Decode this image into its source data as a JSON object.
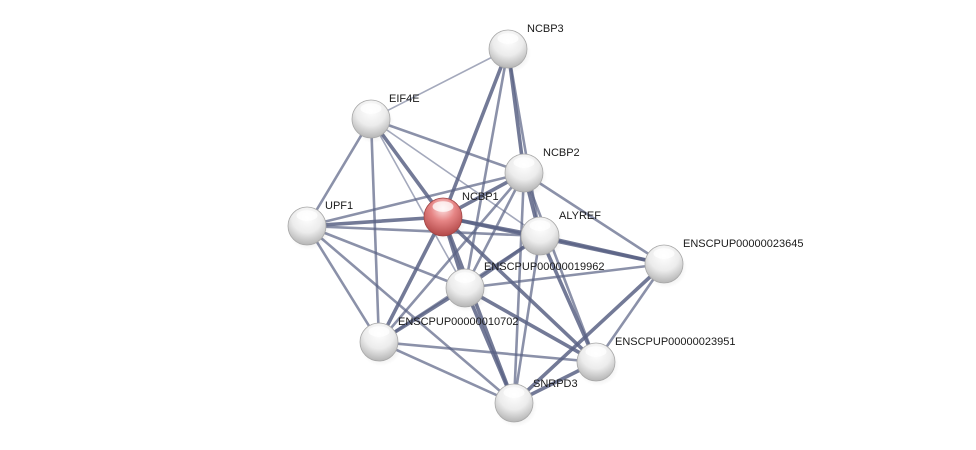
{
  "network": {
    "nodes": [
      {
        "id": "NCBP3",
        "label": "NCBP3",
        "highlight": false
      },
      {
        "id": "EIF4E",
        "label": "EIF4E",
        "highlight": false
      },
      {
        "id": "NCBP2",
        "label": "NCBP2",
        "highlight": false
      },
      {
        "id": "NCBP1",
        "label": "NCBP1",
        "highlight": true
      },
      {
        "id": "UPF1",
        "label": "UPF1",
        "highlight": false
      },
      {
        "id": "ALYREF",
        "label": "ALYREF",
        "highlight": false
      },
      {
        "id": "ENSCPUP00000023645",
        "label": "ENSCPUP00000023645",
        "highlight": false
      },
      {
        "id": "ENSCPUP00000019962",
        "label": "ENSCPUP00000019962",
        "highlight": false
      },
      {
        "id": "ENSCPUP00000010702",
        "label": "ENSCPUP00000010702",
        "highlight": false
      },
      {
        "id": "ENSCPUP00000023951",
        "label": "ENSCPUP00000023951",
        "highlight": false
      },
      {
        "id": "SNRPD3",
        "label": "SNRPD3",
        "highlight": false
      }
    ],
    "edges": [
      {
        "source": "NCBP3",
        "target": "EIF4E",
        "strength": "weak"
      },
      {
        "source": "NCBP3",
        "target": "NCBP2",
        "strength": "strong"
      },
      {
        "source": "NCBP3",
        "target": "NCBP1",
        "strength": "strong"
      },
      {
        "source": "NCBP3",
        "target": "ALYREF",
        "strength": "medium"
      },
      {
        "source": "NCBP3",
        "target": "ENSCPUP00000019962",
        "strength": "medium"
      },
      {
        "source": "EIF4E",
        "target": "NCBP1",
        "strength": "strong"
      },
      {
        "source": "EIF4E",
        "target": "NCBP2",
        "strength": "medium"
      },
      {
        "source": "EIF4E",
        "target": "UPF1",
        "strength": "medium"
      },
      {
        "source": "EIF4E",
        "target": "ENSCPUP00000010702",
        "strength": "medium"
      },
      {
        "source": "EIF4E",
        "target": "ALYREF",
        "strength": "weak"
      },
      {
        "source": "EIF4E",
        "target": "ENSCPUP00000019962",
        "strength": "weak"
      },
      {
        "source": "NCBP2",
        "target": "NCBP1",
        "strength": "strong"
      },
      {
        "source": "NCBP2",
        "target": "UPF1",
        "strength": "medium"
      },
      {
        "source": "NCBP2",
        "target": "ALYREF",
        "strength": "strong"
      },
      {
        "source": "NCBP2",
        "target": "ENSCPUP00000023645",
        "strength": "medium"
      },
      {
        "source": "NCBP2",
        "target": "ENSCPUP00000019962",
        "strength": "medium"
      },
      {
        "source": "NCBP2",
        "target": "ENSCPUP00000010702",
        "strength": "medium"
      },
      {
        "source": "NCBP2",
        "target": "SNRPD3",
        "strength": "medium"
      },
      {
        "source": "NCBP2",
        "target": "ENSCPUP00000023951",
        "strength": "medium"
      },
      {
        "source": "NCBP1",
        "target": "UPF1",
        "strength": "strong"
      },
      {
        "source": "NCBP1",
        "target": "ALYREF",
        "strength": "strong"
      },
      {
        "source": "NCBP1",
        "target": "ENSCPUP00000023645",
        "strength": "strong"
      },
      {
        "source": "NCBP1",
        "target": "ENSCPUP00000019962",
        "strength": "strong"
      },
      {
        "source": "NCBP1",
        "target": "ENSCPUP00000010702",
        "strength": "strong"
      },
      {
        "source": "NCBP1",
        "target": "ENSCPUP00000023951",
        "strength": "strong"
      },
      {
        "source": "NCBP1",
        "target": "SNRPD3",
        "strength": "strong"
      },
      {
        "source": "UPF1",
        "target": "ALYREF",
        "strength": "medium"
      },
      {
        "source": "UPF1",
        "target": "ENSCPUP00000019962",
        "strength": "medium"
      },
      {
        "source": "UPF1",
        "target": "ENSCPUP00000010702",
        "strength": "medium"
      },
      {
        "source": "UPF1",
        "target": "SNRPD3",
        "strength": "medium"
      },
      {
        "source": "ALYREF",
        "target": "ENSCPUP00000023645",
        "strength": "strong"
      },
      {
        "source": "ALYREF",
        "target": "ENSCPUP00000019962",
        "strength": "strong"
      },
      {
        "source": "ALYREF",
        "target": "ENSCPUP00000010702",
        "strength": "medium"
      },
      {
        "source": "ALYREF",
        "target": "ENSCPUP00000023951",
        "strength": "strong"
      },
      {
        "source": "ALYREF",
        "target": "SNRPD3",
        "strength": "medium"
      },
      {
        "source": "ENSCPUP00000023645",
        "target": "ENSCPUP00000019962",
        "strength": "medium"
      },
      {
        "source": "ENSCPUP00000023645",
        "target": "ENSCPUP00000023951",
        "strength": "medium"
      },
      {
        "source": "ENSCPUP00000023645",
        "target": "SNRPD3",
        "strength": "strong"
      },
      {
        "source": "ENSCPUP00000019962",
        "target": "ENSCPUP00000010702",
        "strength": "strong"
      },
      {
        "source": "ENSCPUP00000019962",
        "target": "SNRPD3",
        "strength": "strong"
      },
      {
        "source": "ENSCPUP00000019962",
        "target": "ENSCPUP00000023951",
        "strength": "strong"
      },
      {
        "source": "ENSCPUP00000010702",
        "target": "ENSCPUP00000023951",
        "strength": "medium"
      },
      {
        "source": "ENSCPUP00000010702",
        "target": "SNRPD3",
        "strength": "medium"
      },
      {
        "source": "ENSCPUP00000023951",
        "target": "SNRPD3",
        "strength": "strong"
      }
    ]
  },
  "colors": {
    "edge": "#5a6385",
    "node_fill": "#e8e8e8",
    "node_highlight": "#e06868"
  }
}
